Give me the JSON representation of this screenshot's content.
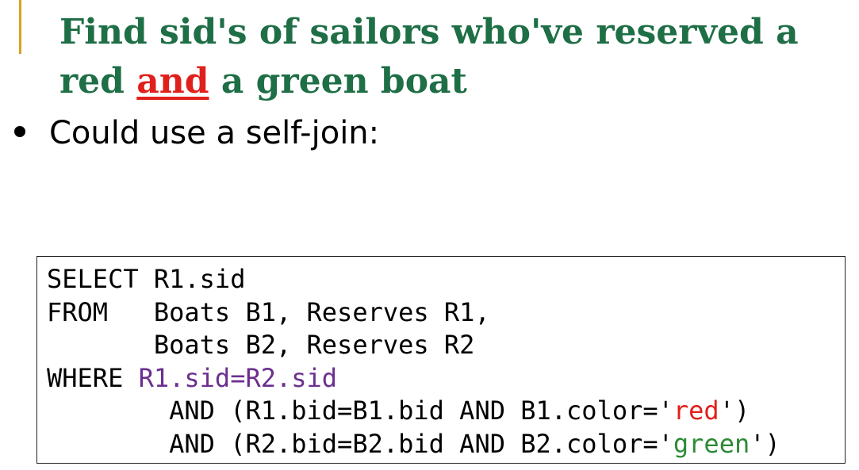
{
  "title": {
    "part1": "Find sid's of sailors who've reserved a red ",
    "emphasis": "and",
    "part2": " a green boat"
  },
  "bullet": {
    "text": "Could use a self-join:"
  },
  "code": {
    "line1": "SELECT R1.sid",
    "line2": "FROM   Boats B1, Reserves R1,",
    "line3": "       Boats B2, Reserves R2",
    "line4_kw": "WHERE ",
    "line4_cond": "R1.sid=R2.sid",
    "line5_pre": "        AND (R1.bid=B1.bid AND B1.color='",
    "line5_val": "red",
    "line5_post": "')",
    "line6_pre": "        AND (R2.bid=B2.bid AND B2.color='",
    "line6_val": "green",
    "line6_post": "')"
  },
  "colors": {
    "title": "#1e6e46",
    "emphasis": "#e0201c",
    "accent": "#d9a321",
    "condition": "#6b2f8f",
    "red_value": "#e0201c",
    "green_value": "#2d8a36"
  }
}
